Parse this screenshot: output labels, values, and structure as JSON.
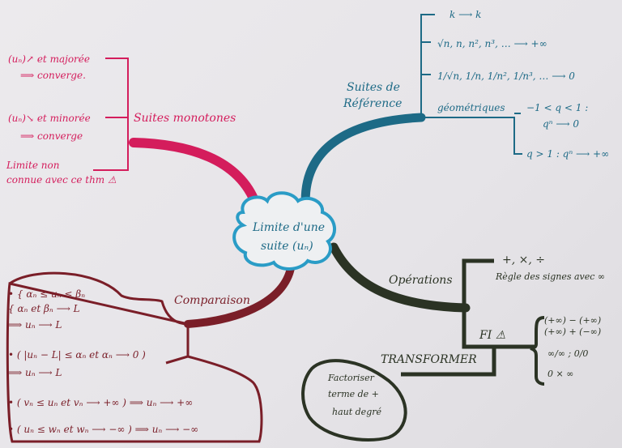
{
  "center": {
    "line1": "Limite d'une",
    "line2": "suite (uₙ)"
  },
  "monotones": {
    "title": "Suites monotones",
    "items": [
      {
        "line1": "(uₙ)↗ et majorée",
        "line2": "⟹ converge."
      },
      {
        "line1": "(uₙ)↘ et minorée",
        "line2": "⟹ converge"
      },
      {
        "line1": "Limite non",
        "line2": "connue avec ce thm ⚠"
      }
    ]
  },
  "reference": {
    "title1": "Suites de",
    "title2": "Référence",
    "items": [
      "k ⟶ k",
      "√n, n, n², n³, … ⟶ +∞",
      "1/√n, 1/n, 1/n², 1/n³, … ⟶ 0",
      "géométriques"
    ],
    "geo": {
      "a1": "−1 < q < 1 :",
      "a2": "qⁿ ⟶ 0",
      "b": "q > 1 : qⁿ ⟶ +∞"
    }
  },
  "operations": {
    "title": "Opérations",
    "ops": "+, ×, ÷",
    "signs": "Règle des signes avec ∞",
    "fi": "FI ⚠",
    "fi_items": [
      "(+∞) − (+∞)",
      "(+∞) + (−∞)",
      "∞/∞ ; 0/0",
      "0 × ∞"
    ],
    "transform": "TRANSFORMER",
    "blob": [
      "Factoriser",
      "terme de +",
      "haut degré"
    ]
  },
  "comparaison": {
    "title": "Comparaison",
    "items": [
      "• { αₙ ≤ uₙ ≤ βₙ",
      "   { αₙ et βₙ ⟶ L",
      "     ⟹ uₙ ⟶ L",
      "• ( |uₙ − L| ≤ αₙ et αₙ ⟶ 0 )",
      "     ⟹ uₙ ⟶ L",
      "• ( vₙ ≤ uₙ et vₙ ⟶ +∞ ) ⟹ uₙ ⟶ +∞",
      "• ( uₙ ≤ wₙ et wₙ ⟶ −∞ ) ⟹ uₙ ⟶ −∞"
    ]
  },
  "colors": {
    "pink": "#d41d5c",
    "blue": "#1d6a86",
    "maroon": "#7a1e28",
    "green": "#2b3324",
    "cloud": "#2a9cc6"
  }
}
